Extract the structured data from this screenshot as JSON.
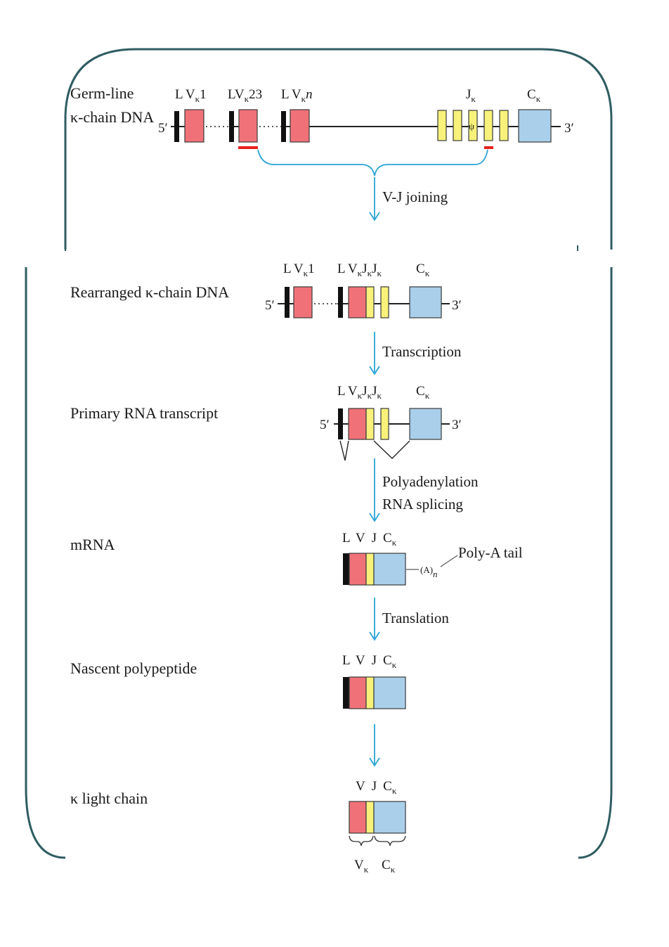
{
  "rows": {
    "germline": {
      "label_line1": "Germ-line",
      "label_line2": "κ-chain DNA"
    },
    "rearranged": {
      "label": "Rearranged κ-chain DNA"
    },
    "primary": {
      "label": "Primary RNA transcript"
    },
    "mrna": {
      "label": "mRNA"
    },
    "nascent": {
      "label": "Nascent polypeptide"
    },
    "light": {
      "label": "κ light chain"
    }
  },
  "segments": {
    "L": "L",
    "V": "V",
    "J": "J",
    "C": "C",
    "kappa": "κ",
    "V1": "1",
    "V23": "23",
    "Vn": "n"
  },
  "ends": {
    "five": "5′",
    "three": "3′"
  },
  "steps": {
    "vj": "V-J joining",
    "transcription": "Transcription",
    "poly": "Polyadenylation",
    "splicing": "RNA splicing",
    "translation": "Translation"
  },
  "polyA": {
    "label": "Poly-A tail",
    "A": "(A)",
    "n": "n"
  },
  "psi": "ψ",
  "colors": {
    "v_segment": "#f07278",
    "j_segment": "#f8f27a",
    "c_segment": "#a9cfea",
    "leader": "#111111",
    "arrow": "#2aa3d6",
    "frame": "#2f5d62",
    "marker": "#e8211b"
  }
}
